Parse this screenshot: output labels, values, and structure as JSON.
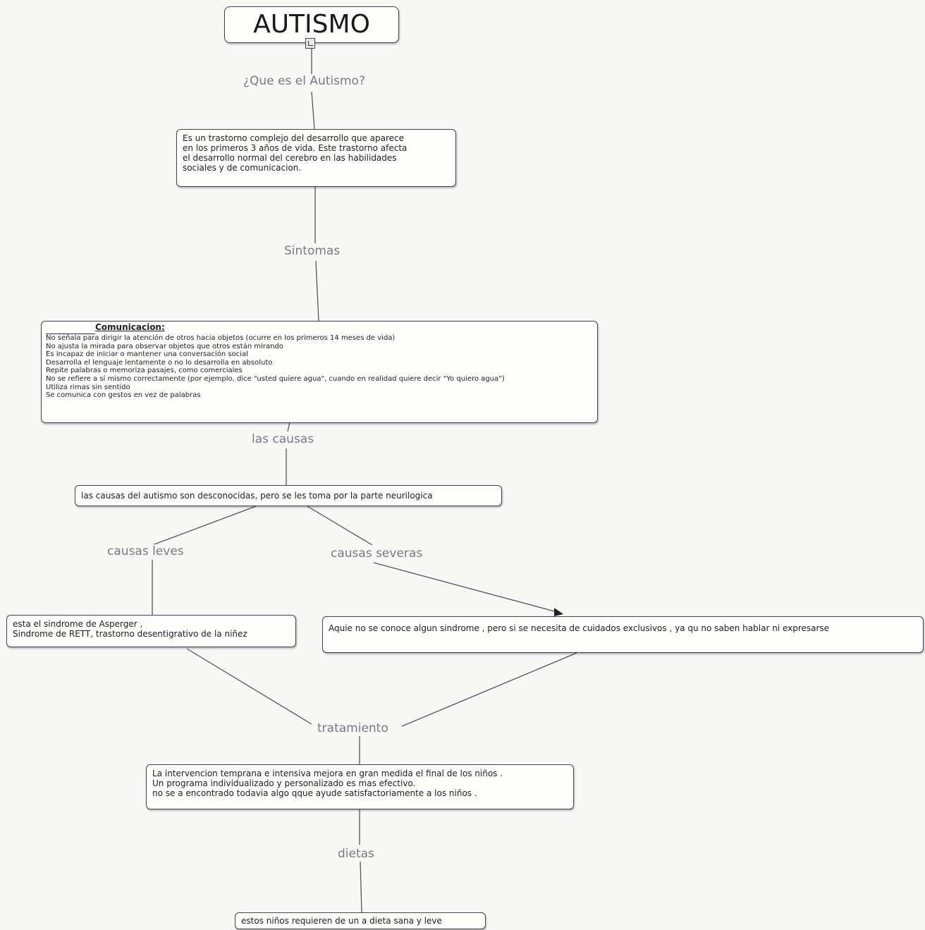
{
  "title": "AUTISMO",
  "links": {
    "que_es": "¿Que es el Autismo?",
    "sintomas": "Sintomas",
    "causas": "las causas",
    "causas_leves": "causas leves",
    "causas_severas": "causas severas",
    "tratamiento": "tratamiento",
    "dietas": "dietas"
  },
  "nodes": {
    "definicion": [
      "Es un trastorno complejo del desarrollo que aparece",
      "en los primeros 3 años de vida. Este trastorno afecta",
      "el desarrollo normal del cerebro en las habilidades",
      "sociales y de comunicacion."
    ],
    "comunicacion_title": "Comunicacion",
    "comunicacion_colon": ":",
    "comunicacion_items": [
      "No señala para dirigir la atención de otros hacia objetos (ocurre en los primeros 14 meses de vida)",
      "No ajusta la mirada para observar objetos que otros están mirando",
      "Es incapaz de iniciar o mantener una conversación social",
      "Desarrolla el lenguaje lentamente o no lo desarrolla en absoluto",
      "Repite palabras o memoriza pasajes, como comerciales",
      "No se refiere a sí mismo correctamente (por ejemplo, dice \"usted quiere agua\", cuando en realidad quiere decir \"Yo quiero agua\")",
      "Utiliza rimas sin sentido",
      "Se comunica con gestos en vez de palabras"
    ],
    "causas": "las causas del autismo son desconocidas, pero se les toma por la parte neurilogica",
    "leves": [
      "esta el sindrome de Asperger ,",
      "Sindrome de RETT, trastorno desentigrativo de la niñez"
    ],
    "severas": "Aquie no se conoce algun sindrome , pero si se necesita de cuidados exclusivos , ya qu no saben hablar ni expresarse",
    "tratamiento": [
      "La intervencion temprana e intensiva mejora en gran medida el final de los niños .",
      "Un programa individualizado y personalizado es mas efectivo.",
      "no se a encontrado todavia algo qque ayude satisfactoriamente a los niños ."
    ],
    "dieta": "estos niños requieren de un a dieta sana y leve"
  }
}
